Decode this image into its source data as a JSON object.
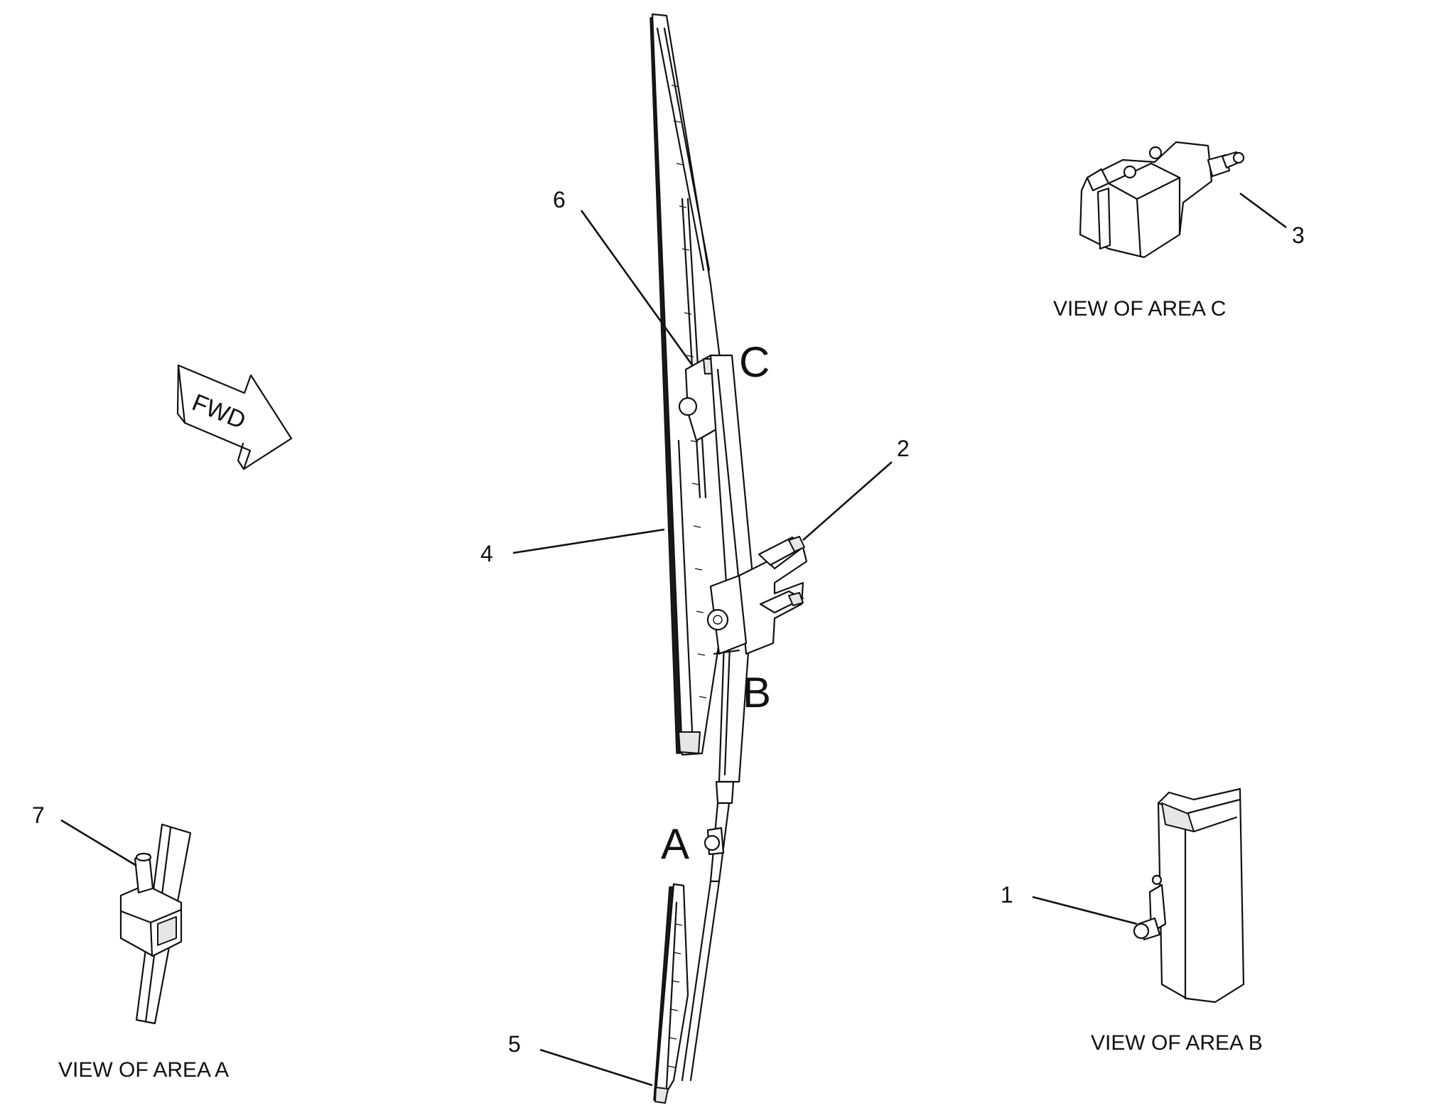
{
  "callouts": {
    "c1": "1",
    "c2": "2",
    "c3": "3",
    "c4": "4",
    "c5": "5",
    "c6": "6",
    "c7": "7"
  },
  "area_letters": {
    "a": "A",
    "b": "B",
    "c": "C"
  },
  "captions": {
    "view_a": "VIEW OF AREA A",
    "view_b": "VIEW OF AREA B",
    "view_c": "VIEW OF AREA C"
  },
  "direction_arrow": {
    "label": "FWD"
  }
}
